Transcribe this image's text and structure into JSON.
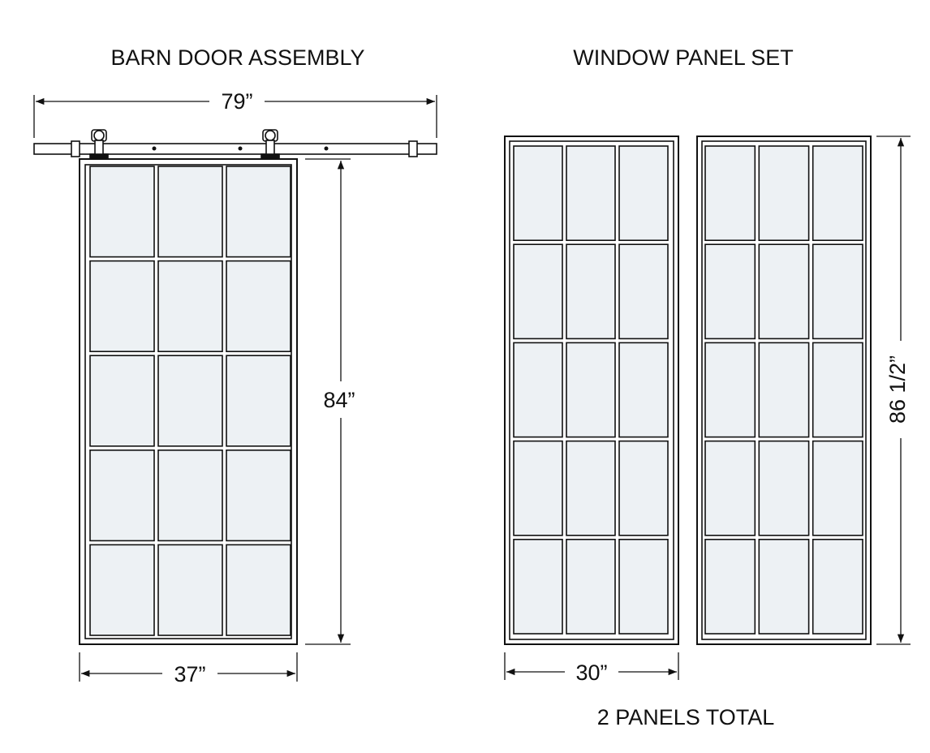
{
  "barn_door": {
    "title": "BARN DOOR ASSEMBLY",
    "rail_width": "79”",
    "door_height": "84”",
    "door_width": "37”",
    "grid_cols": 3,
    "grid_rows": 5
  },
  "window_panels": {
    "title": "WINDOW PANEL SET",
    "panel_height": "86 1/2”",
    "panel_width": "30”",
    "note": "2 PANELS TOTAL",
    "panel_count": 2,
    "grid_cols": 3,
    "grid_rows": 5
  },
  "colors": {
    "line": "#111111",
    "glass": "#edf1f4",
    "background": "#ffffff"
  }
}
